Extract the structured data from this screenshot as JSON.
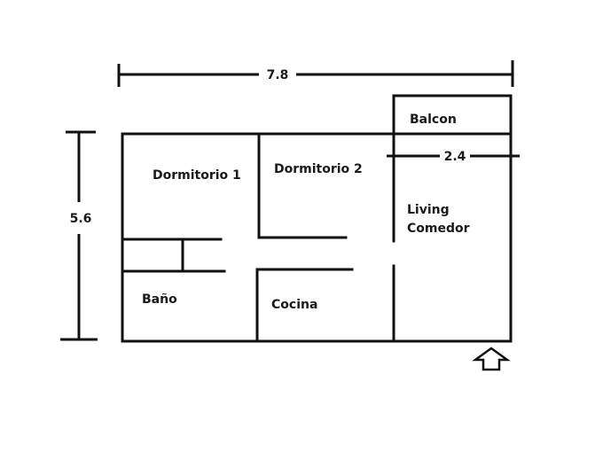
{
  "dimensions": {
    "width": "7.8",
    "height": "5.6",
    "balcony_width": "2.4"
  },
  "rooms": {
    "dormitorio1": "Dormitorio 1",
    "dormitorio2": "Dormitorio 2",
    "balcon": "Balcon",
    "living_line1": "Living",
    "living_line2": "Comedor",
    "bano": "Baño",
    "cocina": "Cocina"
  },
  "icons": {
    "entrance": "up-arrow-icon"
  },
  "colors": {
    "line": "#111111",
    "background": "#ffffff"
  }
}
